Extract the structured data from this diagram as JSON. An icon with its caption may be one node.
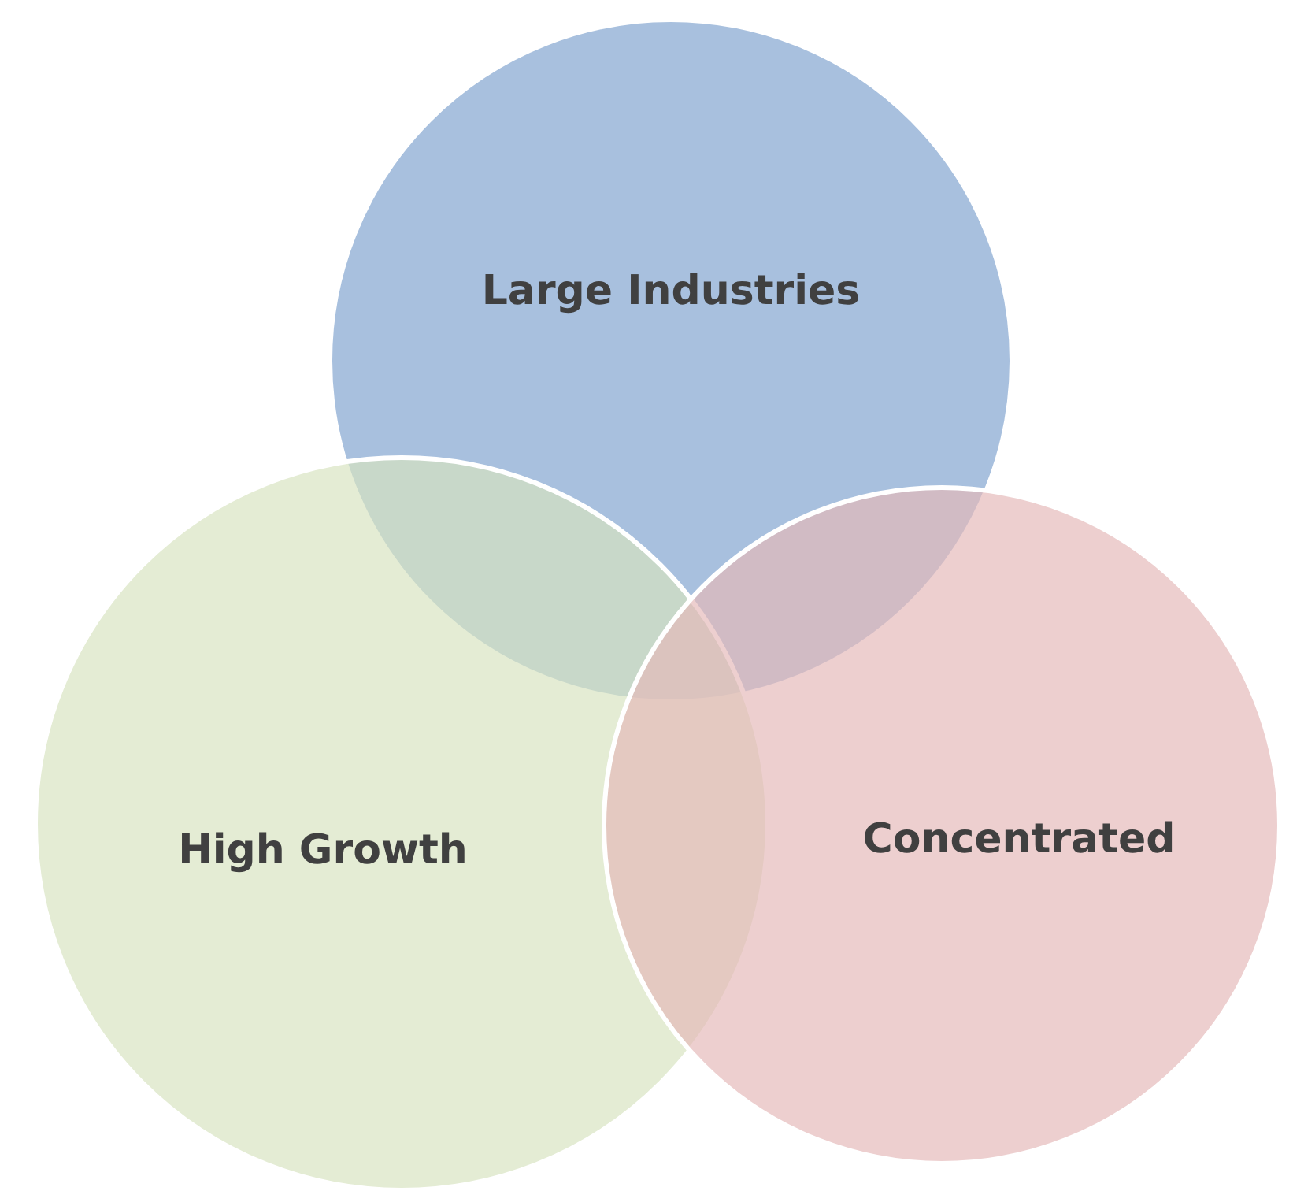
{
  "diagram": {
    "nodes": [
      {
        "text": [
          "Large Industries"
        ]
      },
      {
        "text": [
          "High Growth"
        ]
      },
      {
        "text": [
          "Concentrated"
        ]
      }
    ]
  }
}
